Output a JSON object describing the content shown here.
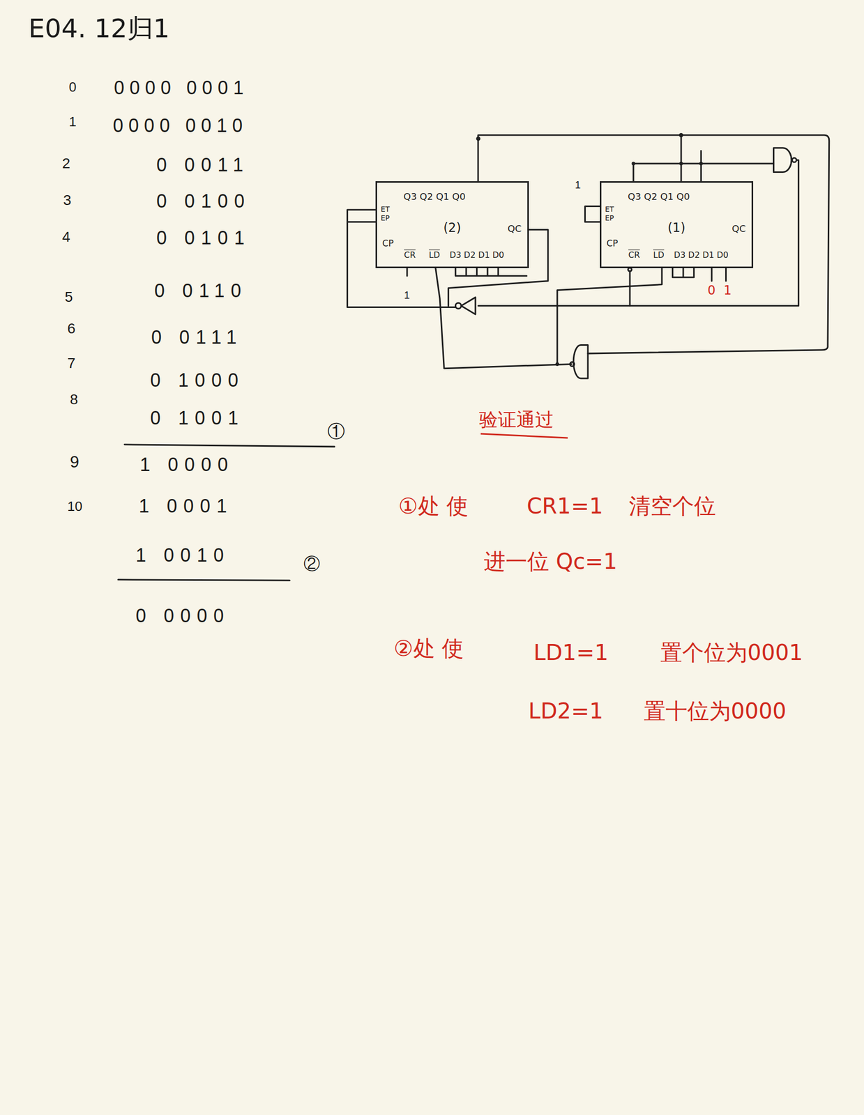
{
  "diagram": {
    "title": "E04. 12归1",
    "nodes": [
      {
        "text": [
          "Q3 Q2 Q1 Q0",
          "ET",
          "EP",
          "CP",
          "(2)",
          "QC",
          "CR",
          "LD",
          "D3 D2 D1 D0"
        ]
      },
      {
        "text": [
          "Q3 Q2 Q1 Q0",
          "ET",
          "EP",
          "CP",
          "(1)",
          "QC",
          "CR",
          "LD",
          "D3 D2 D1 D0"
        ]
      }
    ],
    "edges": [
      {
        "from": 0,
        "to": 1,
        "arrow": "none"
      }
    ],
    "labels": [
      "0",
      "0000 0001",
      "1",
      "0000 0010",
      "2",
      "0 0011",
      "3",
      "0 0100",
      "4",
      "0 0101",
      "5",
      "0 0110",
      "6",
      "0 0111",
      "7",
      "0 1000",
      "8",
      "0 1001",
      "①",
      "9",
      "1 0000",
      "10",
      "1 0001",
      "1 0010",
      "②",
      "0 0000",
      "1",
      "1",
      "0 1",
      "验证通过",
      "①处 使",
      "CR1=1",
      "清空个位",
      "进一位 Qc=1",
      "②处 使",
      "LD1=1",
      "置个位为0001",
      "LD2=1",
      "置十位为0000"
    ]
  }
}
